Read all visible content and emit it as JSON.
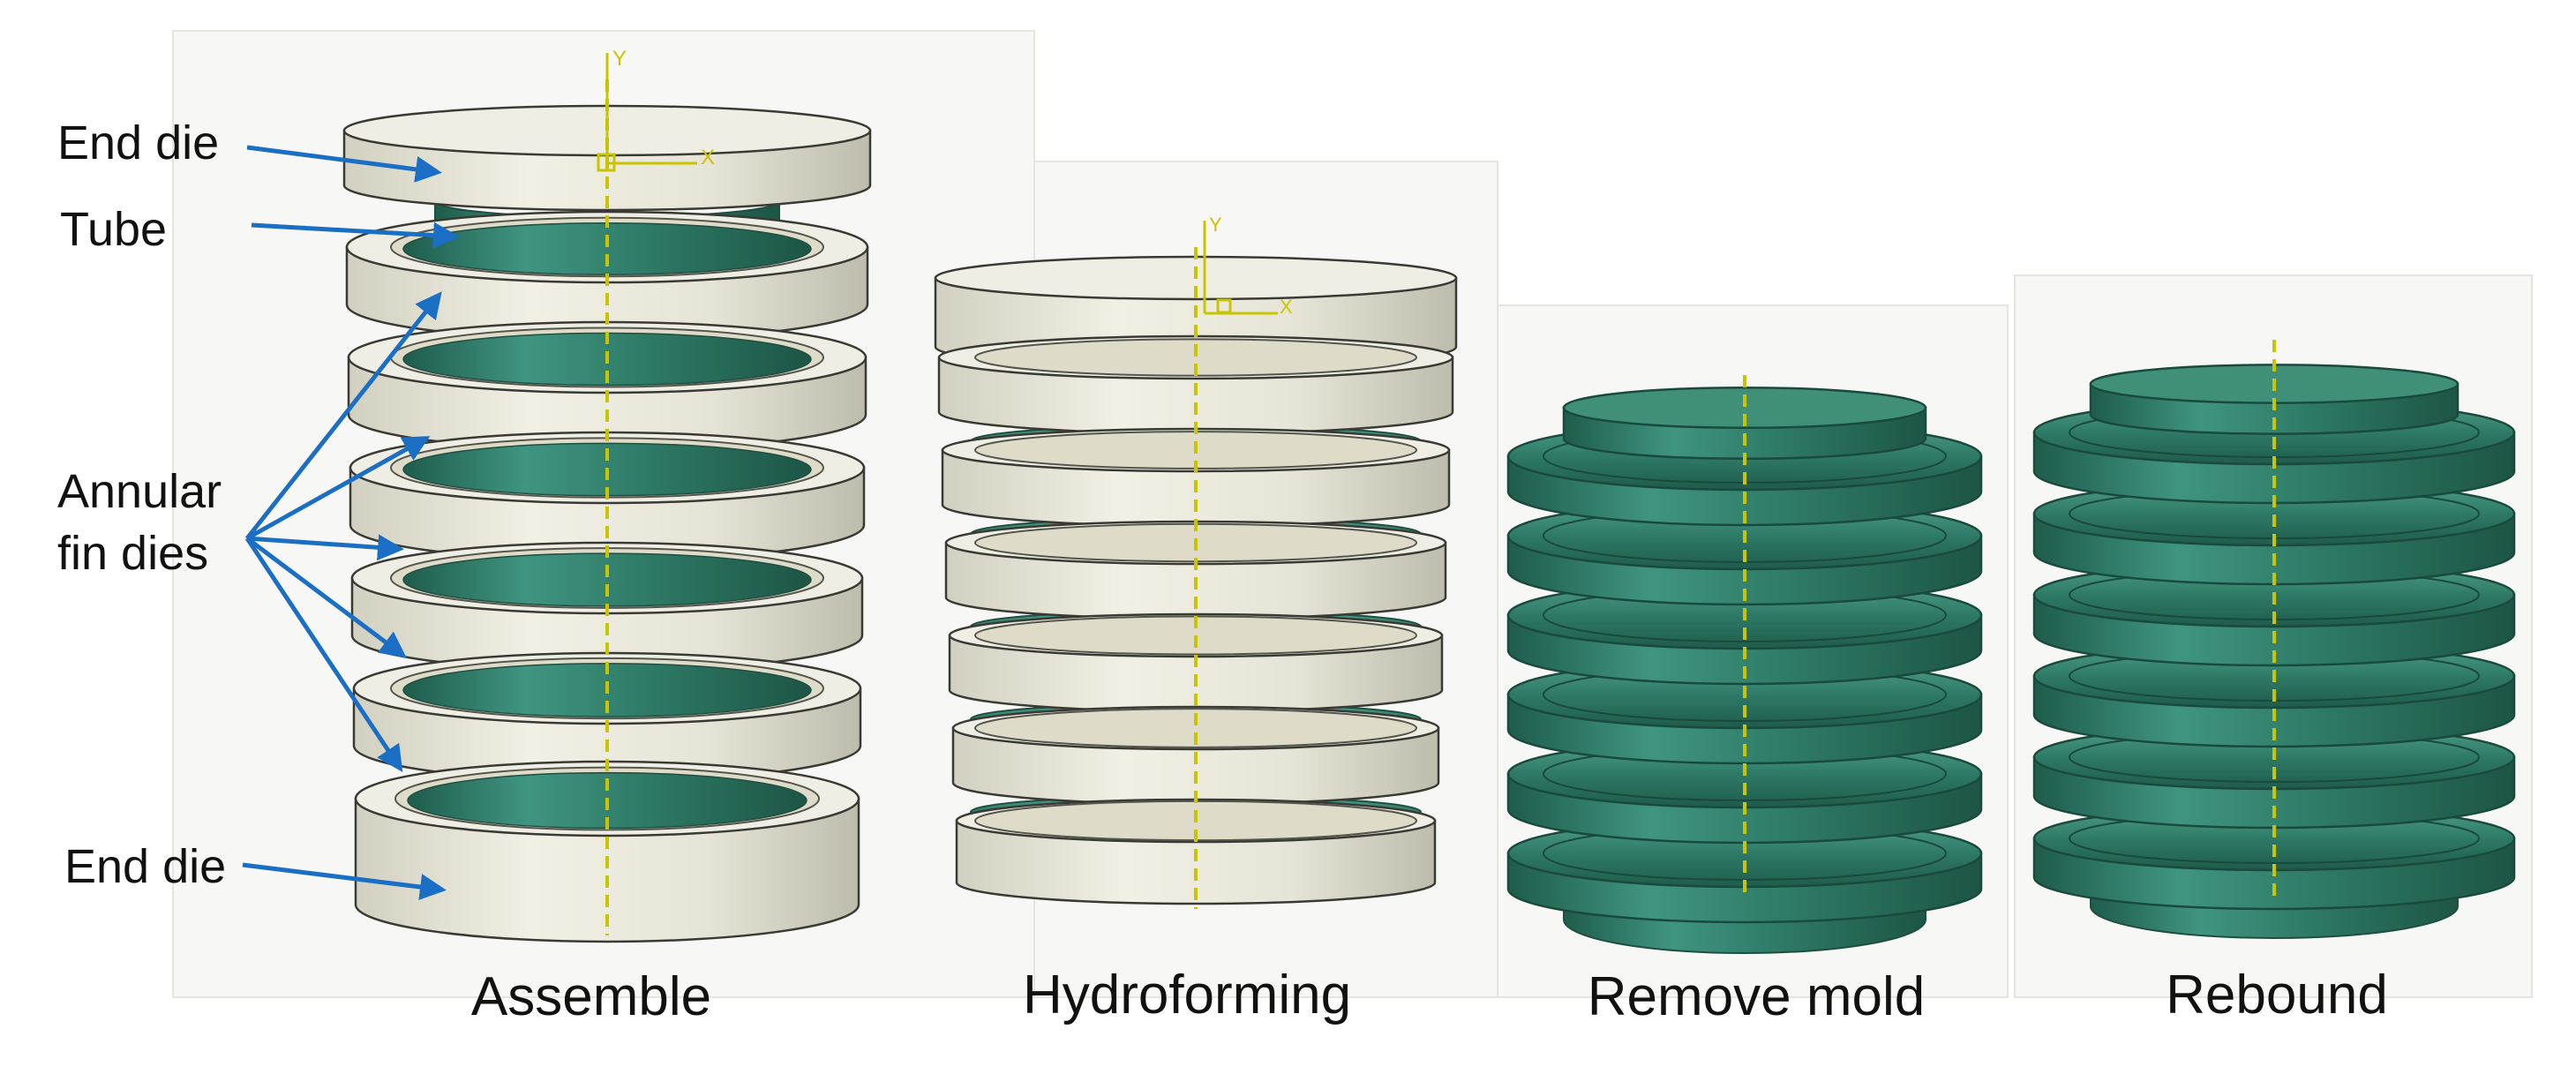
{
  "labels": {
    "end_die_top": "End die",
    "tube": "Tube",
    "annular_line1": "Annular",
    "annular_line2": "fin dies",
    "end_die_bottom": "End die"
  },
  "captions": [
    "Assemble",
    "Hydroforming",
    "Remove mold",
    "Rebound"
  ],
  "axis_labels": {
    "y": "Y",
    "x": "X"
  },
  "colors": {
    "die": "#e8e6d8",
    "die_dark": "#c9c7b8",
    "tube": "#2e7a66",
    "tube_light": "#4fa08a",
    "tube_dark": "#1f5c4c",
    "arrow": "#1a6fc4",
    "axis": "#c8c400"
  }
}
